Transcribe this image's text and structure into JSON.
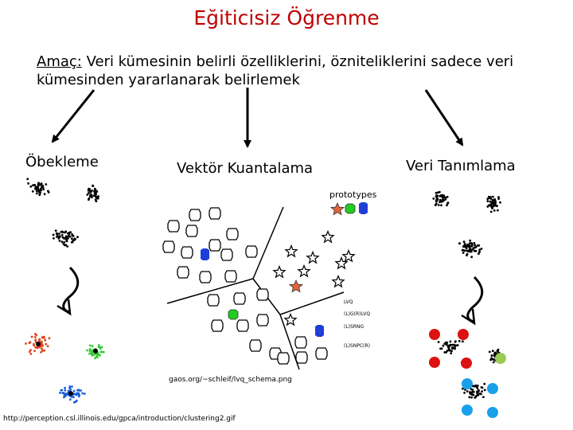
{
  "title": "Eğiticisiz Öğrenme",
  "subtitle": {
    "prefix": "Amaç:",
    "text": " Veri kümesinin belirli özelliklerini, özniteliklerini sadece veri kümesinden yararlanarak belirlemek"
  },
  "labels": {
    "left": "Öbekleme",
    "middle": "Vektör Kuantalama",
    "right": "Veri Tanımlama"
  },
  "figure": {
    "prototypes_label": "prototypes",
    "legend": [
      "LVQ",
      "(L)G(R)LVQ",
      "(L)SRNG",
      "(L)SNPC(R)"
    ]
  },
  "sources": {
    "middle": "gaos.org/~schleif/lvq_schema.png",
    "bottom": "http://perception.csl.illinois.edu/gpca/introduction/clustering2.gif"
  },
  "colors": {
    "title": "#c00000",
    "cluster_red": "#e0401a",
    "cluster_green": "#33cc33",
    "cluster_blue": "#1a5fd6",
    "prototype_star": "#e8643c",
    "prototype_blue": "#1f3fd8",
    "prototype_green": "#22cc22",
    "desc_red": "#dd1111",
    "desc_green": "#99cc55",
    "desc_cyan": "#1aa0e8"
  }
}
